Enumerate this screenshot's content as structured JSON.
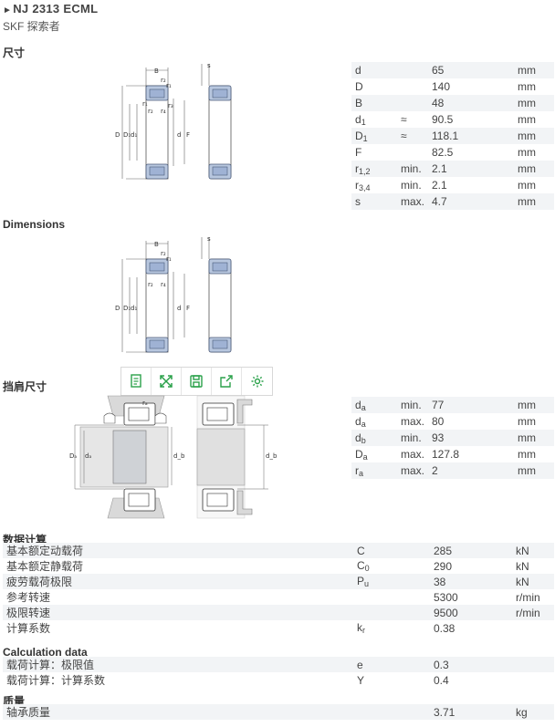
{
  "header": {
    "arrow": "►",
    "title": "NJ 2313 ECML",
    "subtitle": "SKF 探索者"
  },
  "sections": {
    "size": "尺寸",
    "dimensions": "Dimensions",
    "abutment": "挡肩尺寸",
    "calc": "数据计算",
    "calc_en": "Calculation data",
    "mass": "质量"
  },
  "dims": [
    {
      "sym": "d",
      "sub": "",
      "q": "",
      "val": "65",
      "unit": "mm"
    },
    {
      "sym": "D",
      "sub": "",
      "q": "",
      "val": "140",
      "unit": "mm"
    },
    {
      "sym": "B",
      "sub": "",
      "q": "",
      "val": "48",
      "unit": "mm"
    },
    {
      "sym": "d",
      "sub": "1",
      "q": "≈",
      "val": "90.5",
      "unit": "mm"
    },
    {
      "sym": "D",
      "sub": "1",
      "q": "≈",
      "val": "118.1",
      "unit": "mm"
    },
    {
      "sym": "F",
      "sub": "",
      "q": "",
      "val": "82.5",
      "unit": "mm"
    },
    {
      "sym": "r",
      "sub": "1,2",
      "q": "min.",
      "val": "2.1",
      "unit": "mm"
    },
    {
      "sym": "r",
      "sub": "3,4",
      "q": "min.",
      "val": "2.1",
      "unit": "mm"
    },
    {
      "sym": "s",
      "sub": "",
      "q": "max.",
      "val": "4.7",
      "unit": "mm"
    }
  ],
  "abutment": [
    {
      "sym": "d",
      "sub": "a",
      "q": "min.",
      "val": "77",
      "unit": "mm"
    },
    {
      "sym": "d",
      "sub": "a",
      "q": "max.",
      "val": "80",
      "unit": "mm"
    },
    {
      "sym": "d",
      "sub": "b",
      "q": "min.",
      "val": "93",
      "unit": "mm"
    },
    {
      "sym": "D",
      "sub": "a",
      "q": "max.",
      "val": "127.8",
      "unit": "mm"
    },
    {
      "sym": "r",
      "sub": "a",
      "q": "max.",
      "val": "2",
      "unit": "mm"
    }
  ],
  "calc": [
    {
      "label": "基本额定动载荷",
      "sym": "C",
      "sub": "",
      "val": "285",
      "unit": "kN"
    },
    {
      "label": "基本额定静载荷",
      "sym": "C",
      "sub": "0",
      "val": "290",
      "unit": "kN"
    },
    {
      "label": "疲劳载荷极限",
      "sym": "P",
      "sub": "u",
      "val": "38",
      "unit": "kN"
    },
    {
      "label": "参考转速",
      "sym": "",
      "sub": "",
      "val": "5300",
      "unit": "r/min"
    },
    {
      "label": "极限转速",
      "sym": "",
      "sub": "",
      "val": "9500",
      "unit": "r/min"
    },
    {
      "label": "计算系数",
      "sym": "k",
      "sub": "r",
      "val": "0.38",
      "unit": ""
    }
  ],
  "calc_en": [
    {
      "label": "载荷计算：极限值",
      "sym": "e",
      "sub": "",
      "val": "0.3",
      "unit": ""
    },
    {
      "label": "载荷计算：计算系数",
      "sym": "Y",
      "sub": "",
      "val": "0.4",
      "unit": ""
    }
  ],
  "mass": [
    {
      "label": "轴承质量",
      "sym": "",
      "sub": "",
      "val": "3.71",
      "unit": "kg"
    }
  ],
  "diagram_labels": {
    "B": "B",
    "s": "s",
    "D": "D",
    "D1": "D₁",
    "d1": "d₁",
    "d": "d",
    "F": "F",
    "r1": "r₁",
    "r2": "r₂",
    "r3": "r₃",
    "r4": "r₄",
    "Da": "Dₐ",
    "da": "dₐ",
    "db": "d_b",
    "ra": "rₐ"
  },
  "toolbar": [
    {
      "name": "document-icon"
    },
    {
      "name": "expand-icon"
    },
    {
      "name": "save-icon"
    },
    {
      "name": "share-icon"
    },
    {
      "name": "gear-icon"
    }
  ],
  "colors": {
    "bearing_fill": "#b8c7df",
    "bearing_stroke": "#4a5a78",
    "toolbar_icon": "#2aa14a"
  }
}
